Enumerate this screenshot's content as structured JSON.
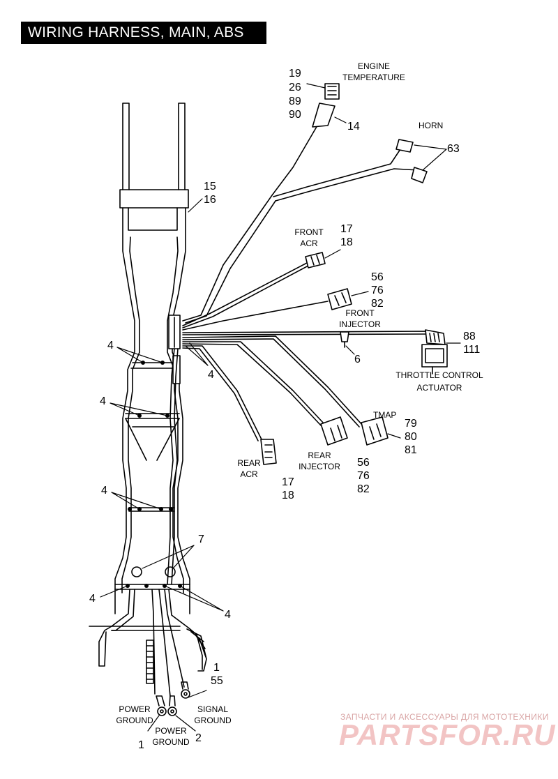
{
  "title": "WIRING HARNESS, MAIN, ABS",
  "callouts": {
    "engine_temp_nums": [
      "19",
      "26",
      "89",
      "90"
    ],
    "engine_temp_label": [
      "ENGINE",
      "TEMPERATURE"
    ],
    "n14": "14",
    "horn_label": "HORN",
    "n63": "63",
    "n15_16": [
      "15",
      "16"
    ],
    "front_acr_label": [
      "FRONT",
      "ACR"
    ],
    "front_acr_nums": [
      "17",
      "18"
    ],
    "front_injector_nums": [
      "56",
      "76",
      "82"
    ],
    "front_injector_label": [
      "FRONT",
      "INJECTOR"
    ],
    "n6": "6",
    "throttle_nums": [
      "88",
      "111"
    ],
    "throttle_label": [
      "THROTTLE CONTROL",
      "ACTUATOR"
    ],
    "tmap_label": "TMAP",
    "tmap_nums": [
      "79",
      "80",
      "81"
    ],
    "rear_injector_label": [
      "REAR",
      "INJECTOR"
    ],
    "rear_injector_nums": [
      "56",
      "76",
      "82"
    ],
    "rear_acr_label": [
      "REAR",
      "ACR"
    ],
    "rear_acr_nums": [
      "17",
      "18"
    ],
    "n4": "4",
    "n7": "7",
    "signal_ground_nums": [
      "1",
      "55"
    ],
    "signal_ground_label": [
      "SIGNAL",
      "GROUND"
    ],
    "power_ground_left_label": [
      "POWER",
      "GROUND"
    ],
    "power_ground_mid_label": [
      "POWER",
      "GROUND"
    ],
    "n1": "1",
    "n2": "2"
  },
  "watermark": {
    "small": "ЗАПЧАСТИ И АКСЕССУАРЫ ДЛЯ МОТОТЕХНИКИ",
    "big": "PARTSFOR.RU"
  }
}
